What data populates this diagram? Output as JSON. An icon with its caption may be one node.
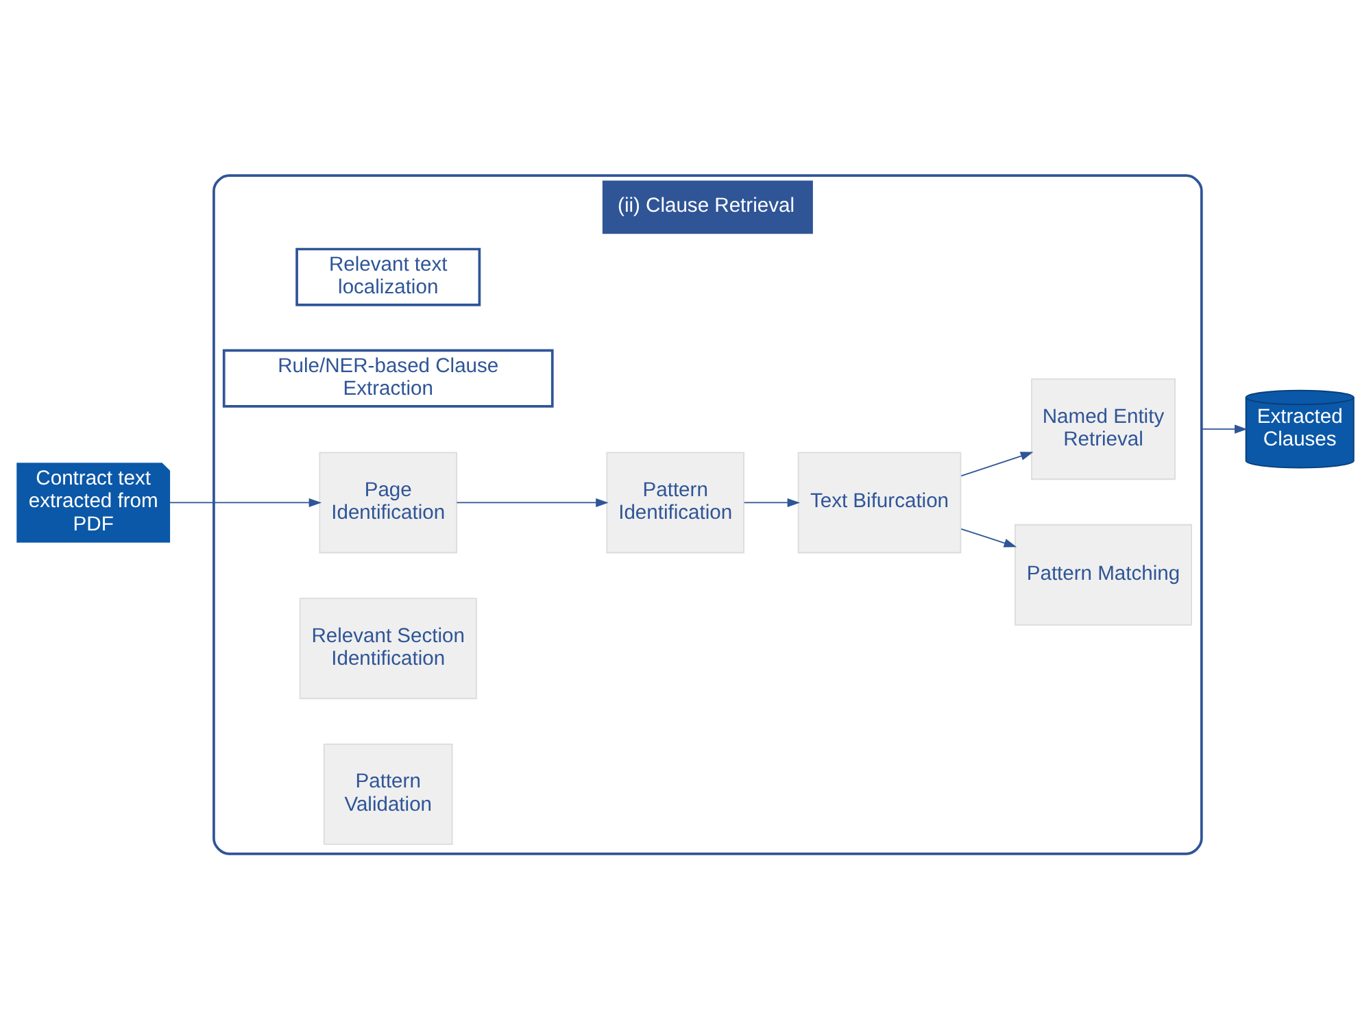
{
  "diagram": {
    "nodes": [
      {
        "text": [
          "(ii) Clause Retrieval"
        ]
      },
      {
        "text": [
          "Relevant text localization"
        ],
        "in": 0
      },
      {
        "text": [
          "Rule/NER-based Clause Extraction"
        ],
        "in": 0
      },
      {
        "text": [
          "Contract text extracted from PDF"
        ]
      },
      {
        "text": [
          "Page Identification"
        ],
        "in": 0
      },
      {
        "text": [
          "Relevant Section Identification"
        ],
        "in": 0
      },
      {
        "text": [
          "Pattern Identification"
        ],
        "in": 0
      },
      {
        "text": [
          "Pattern Validation"
        ],
        "in": 0
      },
      {
        "text": [
          "Text Bifurcation"
        ],
        "in": 0
      },
      {
        "text": [
          "Pattern Matching"
        ],
        "in": 0
      },
      {
        "text": [
          "Named Entity Retrieval"
        ],
        "in": 0
      },
      {
        "text": [
          "Extracted Clauses"
        ]
      }
    ],
    "edges": [
      {
        "from": 3,
        "to": 4,
        "arrow": "to"
      },
      {
        "from": 4,
        "to": 6,
        "arrow": "to"
      },
      {
        "from": 6,
        "to": 8,
        "arrow": "to"
      },
      {
        "from": 8,
        "to": 9,
        "arrow": "to"
      },
      {
        "from": 8,
        "to": 10,
        "arrow": "to"
      },
      {
        "from": 0,
        "to": 11,
        "arrow": "to"
      }
    ]
  }
}
